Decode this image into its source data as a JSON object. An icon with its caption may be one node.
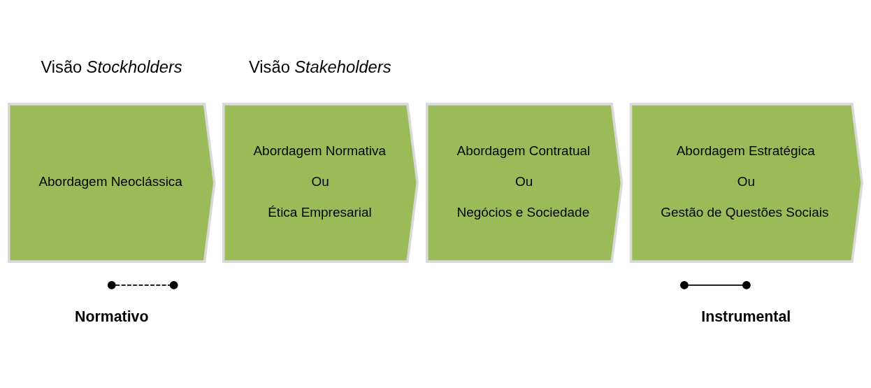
{
  "diagram": {
    "nodes": [
      {
        "text": [
          "Abordagem Neoclássica"
        ]
      },
      {
        "text": [
          "Abordagem Normativa",
          "Ou",
          "Ética Empresarial"
        ]
      },
      {
        "text": [
          "Abordagem Contratual",
          "Ou",
          "Negócios e Sociedade"
        ]
      },
      {
        "text": [
          "Abordagem Estratégica",
          "Ou",
          "Gestão de Questões Sociais"
        ]
      },
      {
        "text": [],
        "shape": "circle"
      },
      {
        "text": [],
        "shape": "circle"
      },
      {
        "text": [],
        "shape": "circle"
      },
      {
        "text": [],
        "shape": "circle"
      }
    ],
    "edges": [
      {
        "from": 4,
        "to": 5,
        "arrow": "none",
        "style": "dashed"
      },
      {
        "from": 6,
        "to": 7,
        "arrow": "none"
      }
    ],
    "labels": [
      "Visão *Stockholders*",
      "Visão *Stakeholders*",
      "Normativo",
      "Instrumental"
    ]
  }
}
